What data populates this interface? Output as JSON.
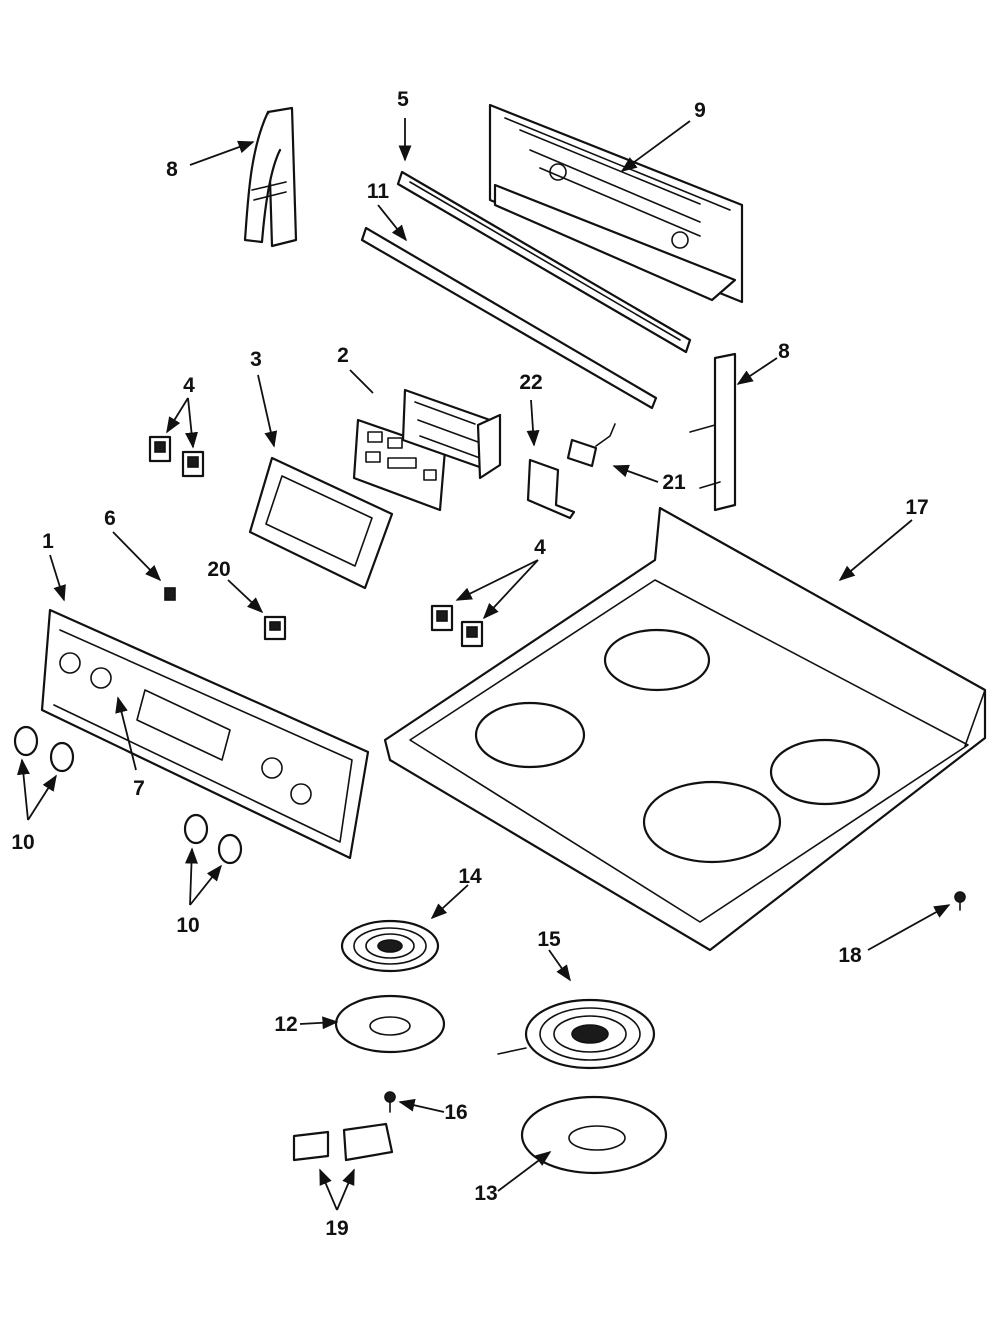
{
  "callouts": {
    "c1": "1",
    "c2": "2",
    "c3": "3",
    "c4a": "4",
    "c4b": "4",
    "c5": "5",
    "c6": "6",
    "c7": "7",
    "c8a": "8",
    "c8b": "8",
    "c9": "9",
    "c10a": "10",
    "c10b": "10",
    "c11": "11",
    "c12": "12",
    "c13": "13",
    "c14": "14",
    "c15": "15",
    "c16": "16",
    "c17": "17",
    "c18": "18",
    "c19": "19",
    "c20": "20",
    "c21": "21",
    "c22": "22"
  },
  "colors": {
    "ink": "#111111",
    "paper": "#ffffff"
  }
}
